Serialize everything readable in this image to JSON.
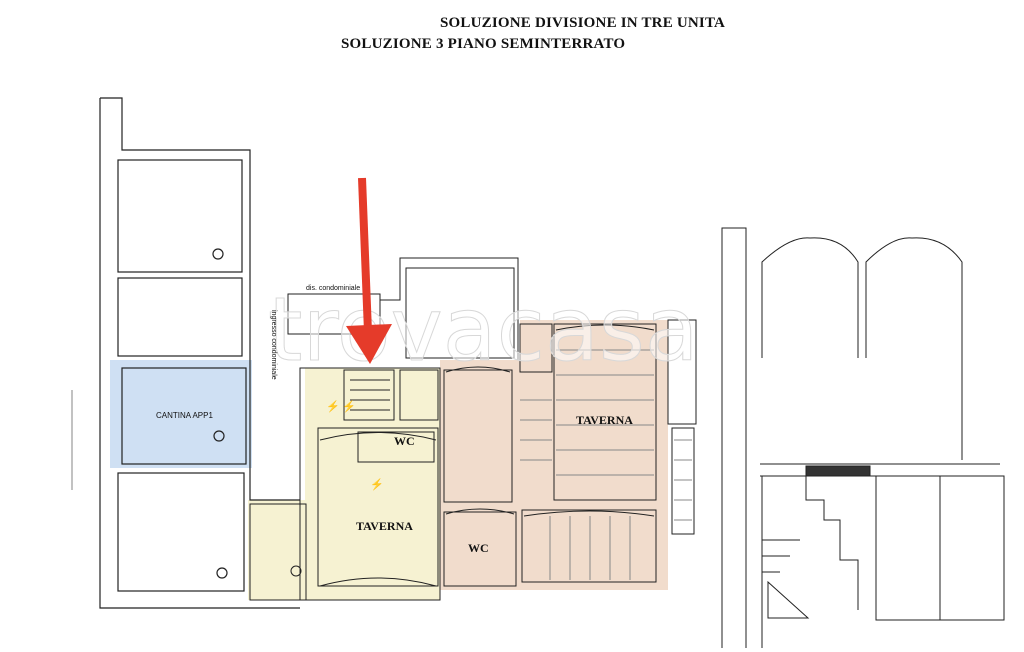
{
  "header": {
    "title_line1": "SOLUZIONE DIVISIONE IN TRE UNITA",
    "title_line2": "SOLUZIONE 3 PIANO SEMINTERRATO"
  },
  "plan": {
    "labels": {
      "cantina": "CANTINA APP1",
      "taverna_left": "TAVERNA",
      "wc_left": "WC",
      "wc_right": "WC",
      "taverna_right": "TAVERNA",
      "dis_condominiale": "dis. condominiale",
      "ingresso_condominiale": "ingresso condominiale"
    },
    "watermark": "trovacasa",
    "zone_colors": {
      "blue": "#cfe0f3",
      "yellow": "#f6f2d2",
      "peach": "#f1dccc",
      "arrow": "#e53b2a"
    }
  }
}
